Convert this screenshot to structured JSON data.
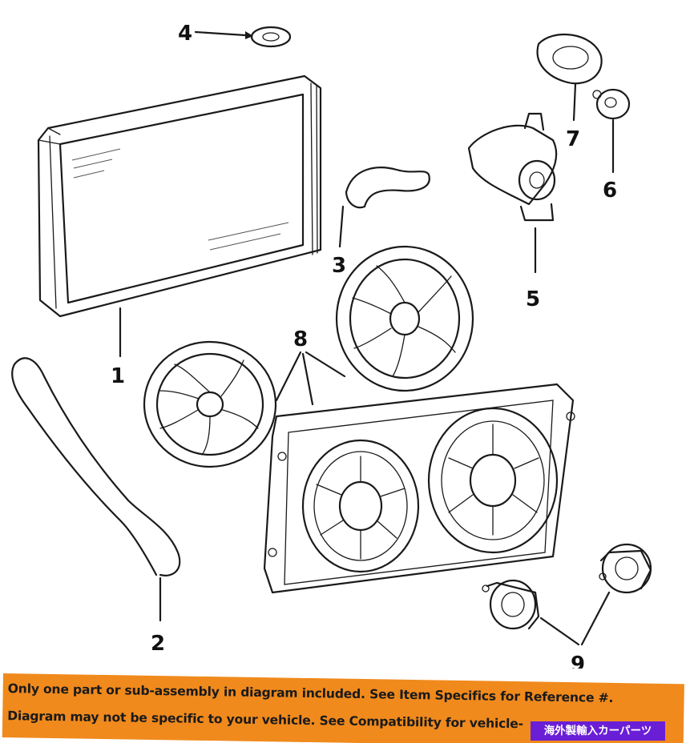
{
  "diagram": {
    "callouts": [
      {
        "id": "1",
        "label": "1"
      },
      {
        "id": "2",
        "label": "2"
      },
      {
        "id": "3",
        "label": "3"
      },
      {
        "id": "4",
        "label": "4"
      },
      {
        "id": "5",
        "label": "5"
      },
      {
        "id": "6",
        "label": "6"
      },
      {
        "id": "7",
        "label": "7"
      },
      {
        "id": "8",
        "label": "8"
      },
      {
        "id": "9",
        "label": "9"
      }
    ]
  },
  "disclaimer": {
    "line1": "Only one part or sub-assembly in diagram included. See Item Specifics for Reference #.",
    "line2": "Diagram may not be specific to your vehicle. See Compatibility for vehicle-"
  },
  "seller_badge": {
    "label": "海外製輸入カーパーツ"
  },
  "colors": {
    "banner": "#f08a1d",
    "badge": "#6a1fd6",
    "ink": "#1a1a1a"
  }
}
